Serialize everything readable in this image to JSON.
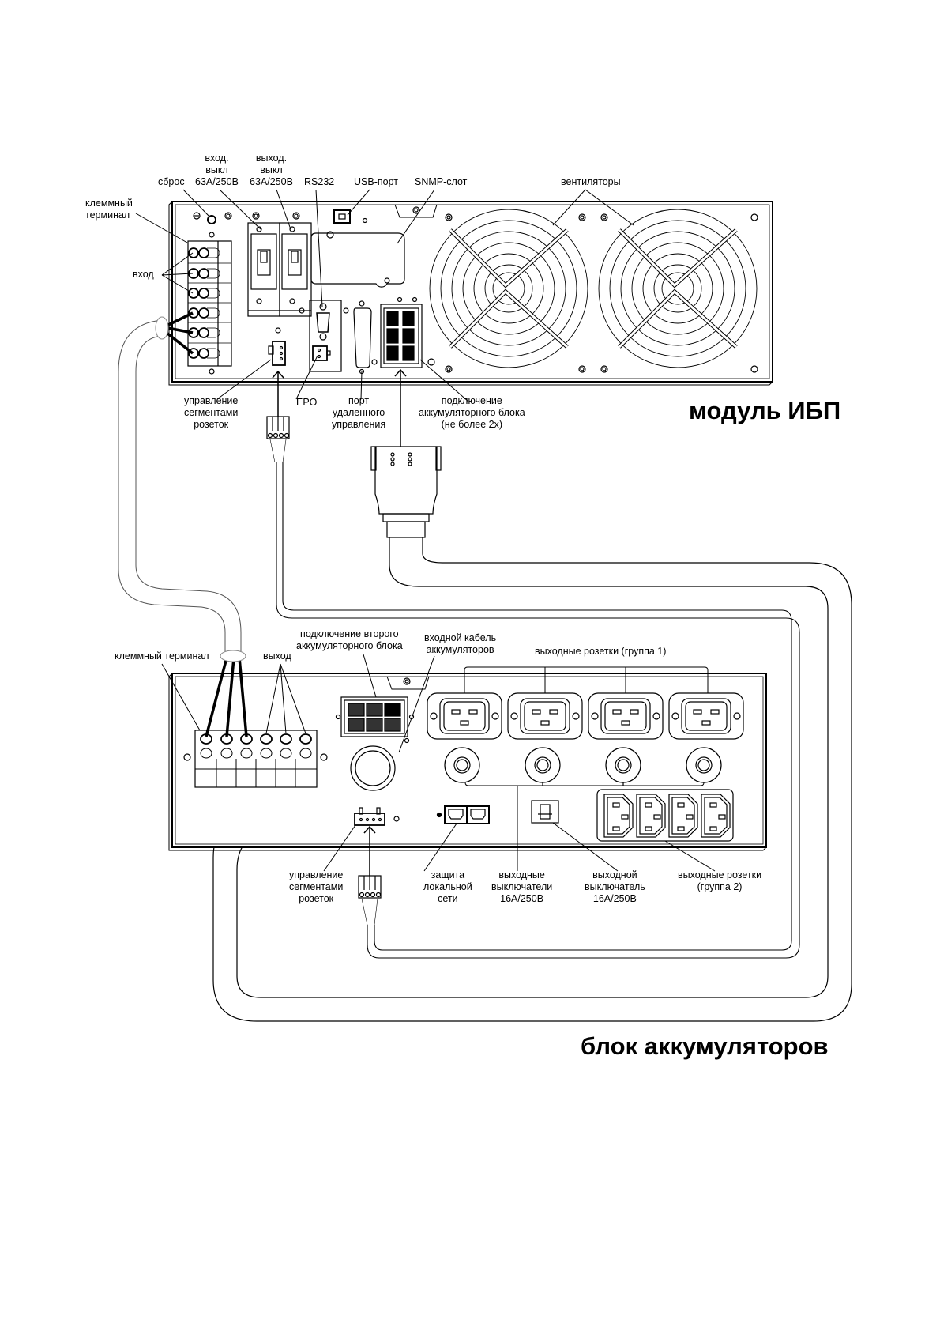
{
  "titles": {
    "ups_module": "модуль ИБП",
    "battery_block": "блок аккумуляторов"
  },
  "ups_labels": {
    "terminal": [
      "клеммный",
      "терминал"
    ],
    "input": "вход",
    "reset": "сброс",
    "input_breaker": [
      "вход.",
      "выкл",
      "63А/250В"
    ],
    "output_breaker": [
      "выход.",
      "выкл",
      "63А/250В"
    ],
    "rs232": "RS232",
    "usb": "USB-порт",
    "snmp": "SNMP-слот",
    "fans": "вентиляторы",
    "segment_control": [
      "управление",
      "сегментами",
      "розеток"
    ],
    "epo": "EPO",
    "remote_port": [
      "порт",
      "удаленного",
      "управления"
    ],
    "battery_connect": [
      "подключение",
      "аккумуляторного блока",
      "(не более 2х)"
    ]
  },
  "battery_labels": {
    "terminal": "клеммный терминал",
    "output": "выход",
    "second_battery": [
      "подключение второго",
      "аккумуляторного блока"
    ],
    "battery_input_cable": [
      "входной кабель",
      "аккумуляторов"
    ],
    "outlets_group1": "выходные розетки (группа 1)",
    "segment_control": [
      "управление",
      "сегментами",
      "розеток"
    ],
    "lan_protection": [
      "защита",
      "локальной",
      "сети"
    ],
    "output_breakers": [
      "выходные",
      "выключатели",
      "16А/250В"
    ],
    "output_breaker": [
      "выходной",
      "выключатель",
      "16А/250В"
    ],
    "outlets_group2": [
      "выходные розетки",
      "(группа 2)"
    ]
  }
}
